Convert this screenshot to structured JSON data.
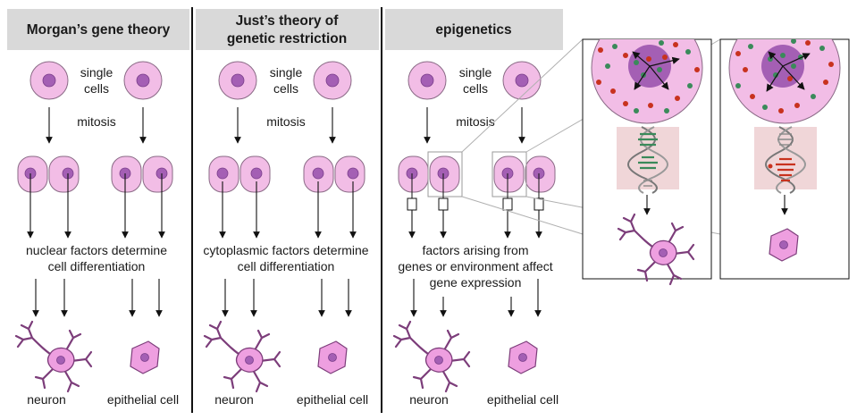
{
  "columns": [
    {
      "header_lines": [
        "Morgan’s gene theory"
      ],
      "single_cells": [
        "single",
        "cells"
      ],
      "mitosis": "mitosis",
      "factors": [
        "nuclear factors determine",
        "cell differentiation"
      ],
      "neuron": "neuron",
      "epithelial": "epithelial cell"
    },
    {
      "header_lines": [
        "Just’s theory of",
        "genetic restriction"
      ],
      "single_cells": [
        "single",
        "cells"
      ],
      "mitosis": "mitosis",
      "factors": [
        "cytoplasmic factors determine",
        "cell differentiation"
      ],
      "neuron": "neuron",
      "epithelial": "epithelial cell"
    },
    {
      "header_lines": [
        "epigenetics"
      ],
      "single_cells": [
        "single",
        "cells"
      ],
      "mitosis": "mitosis",
      "factors": [
        "factors arising from",
        "genes or environment affect",
        "gene expression"
      ],
      "neuron": "neuron",
      "epithelial": "epithelial cell"
    }
  ],
  "colors": {
    "header_bg": "#d9d9d9",
    "cell_fill": "#f2bde6",
    "nucleus_fill": "#a45fb4",
    "dna_green": "#3a8a5a",
    "dna_red": "#c8321e",
    "dna_background": "#f0d6d8"
  }
}
